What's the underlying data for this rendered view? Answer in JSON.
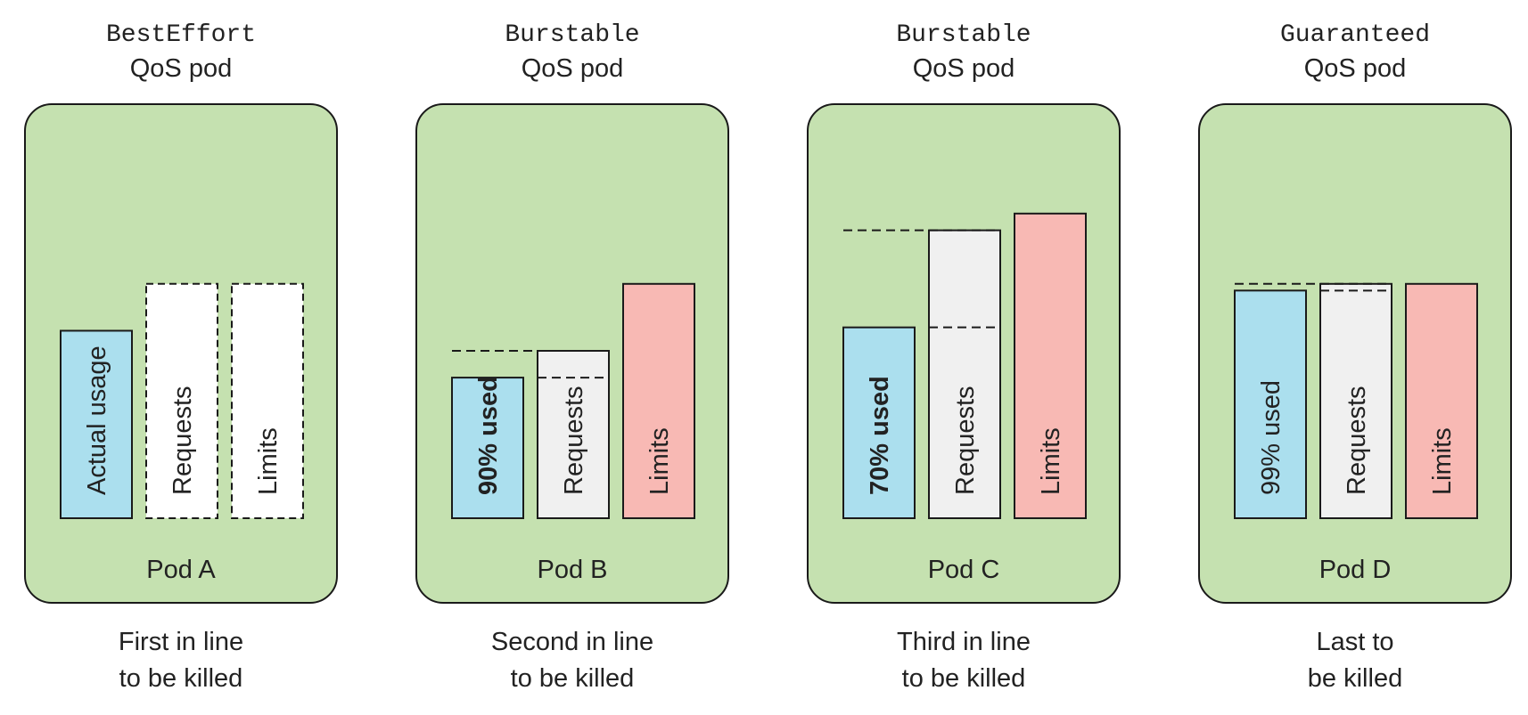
{
  "colors": {
    "pod_fill": "#c5e1b0",
    "usage_fill": "#abdfee",
    "requests_fill": "#f0f0f0",
    "limits_fill": "#f8b9b4",
    "unset_fill": "#ffffff",
    "outline": "#1a1a1a"
  },
  "pods": [
    {
      "qos_class": "BestEffort",
      "qos_suffix": "QoS pod",
      "name": "Pod A",
      "kill_line1": "First in line",
      "kill_line2": "to be killed",
      "bars": [
        {
          "label": "Actual usage",
          "kind": "usage",
          "level": 0.56,
          "bold": false,
          "dashed": false
        },
        {
          "label": "Requests",
          "kind": "unset",
          "level": 0.7,
          "bold": false,
          "dashed": true
        },
        {
          "label": "Limits",
          "kind": "unset",
          "level": 0.7,
          "bold": false,
          "dashed": true
        }
      ],
      "guides": []
    },
    {
      "qos_class": "Burstable",
      "qos_suffix": "QoS pod",
      "name": "Pod B",
      "kill_line1": "Second in line",
      "kill_line2": "to be killed",
      "bars": [
        {
          "label": "90% used",
          "kind": "usage",
          "level": 0.42,
          "bold": true,
          "dashed": false
        },
        {
          "label": "Requests",
          "kind": "requests",
          "level": 0.5,
          "bold": false,
          "dashed": false
        },
        {
          "label": "Limits",
          "kind": "limits",
          "level": 0.7,
          "bold": false,
          "dashed": false
        }
      ],
      "guides": [
        {
          "level": 0.5,
          "from_bar": 0,
          "to_bar": 1
        },
        {
          "level": 0.42,
          "from_bar": 1,
          "to_bar": 1
        }
      ]
    },
    {
      "qos_class": "Burstable",
      "qos_suffix": "QoS pod",
      "name": "Pod C",
      "kill_line1": "Third in line",
      "kill_line2": "to be killed",
      "bars": [
        {
          "label": "70% used",
          "kind": "usage",
          "level": 0.57,
          "bold": true,
          "dashed": false
        },
        {
          "label": "Requests",
          "kind": "requests",
          "level": 0.86,
          "bold": false,
          "dashed": false
        },
        {
          "label": "Limits",
          "kind": "limits",
          "level": 0.91,
          "bold": false,
          "dashed": false
        }
      ],
      "guides": [
        {
          "level": 0.86,
          "from_bar": 0,
          "to_bar": 1
        },
        {
          "level": 0.57,
          "from_bar": 1,
          "to_bar": 1
        }
      ]
    },
    {
      "qos_class": "Guaranteed",
      "qos_suffix": "QoS pod",
      "name": "Pod D",
      "kill_line1": "Last to",
      "kill_line2": "be killed",
      "bars": [
        {
          "label": "99% used",
          "kind": "usage",
          "level": 0.68,
          "bold": false,
          "dashed": false
        },
        {
          "label": "Requests",
          "kind": "requests",
          "level": 0.7,
          "bold": false,
          "dashed": false
        },
        {
          "label": "Limits",
          "kind": "limits",
          "level": 0.7,
          "bold": false,
          "dashed": false
        }
      ],
      "guides": [
        {
          "level": 0.7,
          "from_bar": 0,
          "to_bar": 1
        },
        {
          "level": 0.68,
          "from_bar": 1,
          "to_bar": 1
        }
      ]
    }
  ]
}
